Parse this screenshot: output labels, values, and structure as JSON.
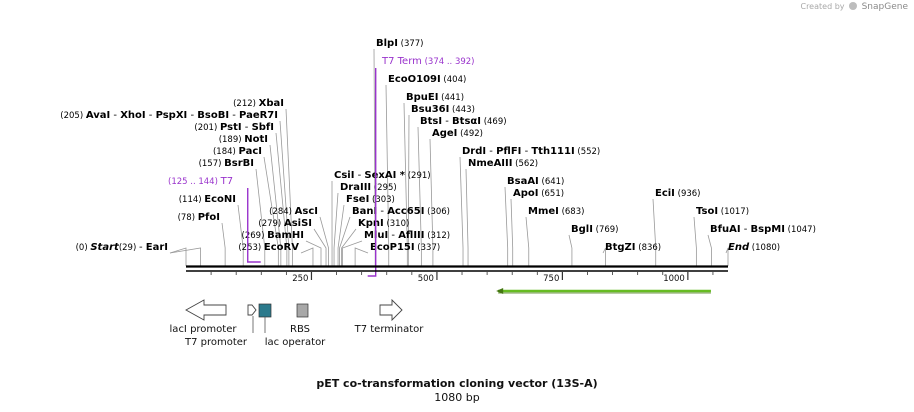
{
  "map": {
    "name": "pET co-transformation cloning vector (13S-A)",
    "length_label": "1080 bp",
    "length_bp": 1080,
    "axis_ticks": [
      "250",
      "500",
      "750",
      "1000"
    ],
    "axis_tick_values": [
      250,
      500,
      750,
      1000
    ]
  },
  "watermark": {
    "prefix": "Created by",
    "brand": "SnapGene"
  },
  "colors": {
    "enzyme": "#000000",
    "feature_label": "#9933cc",
    "leader_line": "#999999",
    "backbone": "#000000",
    "orf_arrow": "#66bb22",
    "lac_operator": "#2b7a8c",
    "rbs": "#a8a8a8"
  },
  "enzyme_rows": [
    {
      "items": [
        {
          "pos": "(0)",
          "name": "Start",
          "italic": true
        },
        {
          "pos": "(29)",
          "name": "EarI"
        }
      ],
      "site": [
        0,
        29
      ]
    },
    {
      "items": [
        {
          "pos": "(78)",
          "name": "PfoI"
        }
      ],
      "site": [
        78
      ]
    },
    {
      "items": [
        {
          "pos": "(114)",
          "name": "EcoNI"
        }
      ],
      "site": [
        114
      ]
    },
    {
      "items": [
        {
          "pos": "(157)",
          "name": "BsrBI"
        }
      ],
      "site": [
        157
      ]
    },
    {
      "items": [
        {
          "pos": "(184)",
          "name": "PacI"
        }
      ],
      "site": [
        184
      ]
    },
    {
      "items": [
        {
          "pos": "(189)",
          "name": "NotI"
        }
      ],
      "site": [
        189
      ]
    },
    {
      "items": [
        {
          "pos": "(201)",
          "name": "PstI"
        },
        {
          "name": "SbfI"
        }
      ],
      "site": [
        201
      ]
    },
    {
      "items": [
        {
          "pos": "(205)",
          "name": "AvaI"
        },
        {
          "name": "XhoI"
        },
        {
          "name": "PspXI"
        },
        {
          "name": "BsoBI"
        },
        {
          "name": "PaeR7I"
        }
      ],
      "site": [
        205
      ]
    },
    {
      "items": [
        {
          "pos": "(212)",
          "name": "XbaI"
        }
      ],
      "site": [
        212
      ]
    },
    {
      "items": [
        {
          "pos": "(253)",
          "name": "EcoRV"
        }
      ],
      "site": [
        253
      ]
    },
    {
      "items": [
        {
          "pos": "(269)",
          "name": "BamHI"
        }
      ],
      "site": [
        269
      ]
    },
    {
      "items": [
        {
          "pos": "(279)",
          "name": "AsiSI"
        }
      ],
      "site": [
        279
      ]
    },
    {
      "items": [
        {
          "pos": "(284)",
          "name": "AscI"
        }
      ],
      "site": [
        284
      ]
    },
    {
      "items": [
        {
          "name": "CsiI"
        },
        {
          "name": "SexAI *"
        },
        {
          "pos": "(291)"
        }
      ],
      "site": [
        291
      ]
    },
    {
      "items": [
        {
          "name": "DraIII"
        },
        {
          "pos": "(295)"
        }
      ],
      "site": [
        295
      ]
    },
    {
      "items": [
        {
          "name": "FseI"
        },
        {
          "pos": "(303)"
        }
      ],
      "site": [
        303
      ]
    },
    {
      "items": [
        {
          "name": "BanI"
        },
        {
          "name": "Acc65I"
        },
        {
          "pos": "(306)"
        }
      ],
      "site": [
        306
      ]
    },
    {
      "items": [
        {
          "name": "KpnI"
        },
        {
          "pos": "(310)"
        }
      ],
      "site": [
        310
      ]
    },
    {
      "items": [
        {
          "name": "MluI"
        },
        {
          "name": "AflIII"
        },
        {
          "pos": "(312)"
        }
      ],
      "site": [
        312
      ]
    },
    {
      "items": [
        {
          "name": "EcoP15I"
        },
        {
          "pos": "(337)"
        }
      ],
      "site": [
        337
      ]
    },
    {
      "items": [
        {
          "name": "BlpI"
        },
        {
          "pos": "(377)"
        }
      ],
      "site": [
        377
      ]
    },
    {
      "items": [
        {
          "name": "EcoO109I"
        },
        {
          "pos": "(404)"
        }
      ],
      "site": [
        404
      ]
    },
    {
      "items": [
        {
          "name": "BpuEI"
        },
        {
          "pos": "(441)"
        }
      ],
      "site": [
        441
      ]
    },
    {
      "items": [
        {
          "name": "Bsu36I"
        },
        {
          "pos": "(443)"
        }
      ],
      "site": [
        443
      ]
    },
    {
      "items": [
        {
          "name": "BtsI"
        },
        {
          "name": "BtsαI"
        },
        {
          "pos": "(469)"
        }
      ],
      "site": [
        469
      ]
    },
    {
      "items": [
        {
          "name": "AgeI"
        },
        {
          "pos": "(492)"
        }
      ],
      "site": [
        492
      ]
    },
    {
      "items": [
        {
          "name": "DrdI"
        },
        {
          "name": "PflFI"
        },
        {
          "name": "Tth111I"
        },
        {
          "pos": "(552)"
        }
      ],
      "site": [
        552
      ]
    },
    {
      "items": [
        {
          "name": "NmeAIII"
        },
        {
          "pos": "(562)"
        }
      ],
      "site": [
        562
      ]
    },
    {
      "items": [
        {
          "name": "BsaAI"
        },
        {
          "pos": "(641)"
        }
      ],
      "site": [
        641
      ]
    },
    {
      "items": [
        {
          "name": "ApoI"
        },
        {
          "pos": "(651)"
        }
      ],
      "site": [
        651
      ]
    },
    {
      "items": [
        {
          "name": "MmeI"
        },
        {
          "pos": "(683)"
        }
      ],
      "site": [
        683
      ]
    },
    {
      "items": [
        {
          "name": "BglI"
        },
        {
          "pos": "(769)"
        }
      ],
      "site": [
        769
      ]
    },
    {
      "items": [
        {
          "name": "BtgZI"
        },
        {
          "pos": "(836)"
        }
      ],
      "site": [
        836
      ]
    },
    {
      "items": [
        {
          "name": "EciI"
        },
        {
          "pos": "(936)"
        }
      ],
      "site": [
        936
      ]
    },
    {
      "items": [
        {
          "name": "TsoI"
        },
        {
          "pos": "(1017)"
        }
      ],
      "site": [
        1017
      ]
    },
    {
      "items": [
        {
          "name": "BfuAI"
        },
        {
          "name": "BspMI"
        },
        {
          "pos": "(1047)"
        }
      ],
      "site": [
        1047
      ]
    },
    {
      "items": [
        {
          "name": "End",
          "italic": true
        },
        {
          "pos": "(1080)"
        }
      ],
      "site": [
        1080
      ]
    }
  ],
  "feature_labels": [
    {
      "name": "T7",
      "range": "(125 .. 144)",
      "start": 125,
      "end": 144
    },
    {
      "name": "T7 Term",
      "range": "(374 .. 392)",
      "start": 374,
      "end": 392
    }
  ],
  "features": [
    {
      "label": "lacI promoter",
      "type": "promoter",
      "direction": "reverse",
      "start": 0,
      "end": 78
    },
    {
      "label": "T7 promoter",
      "type": "promoter",
      "direction": "forward",
      "start": 125,
      "end": 144
    },
    {
      "label": "lac operator",
      "type": "operator",
      "start": 145,
      "end": 169
    },
    {
      "label": "RBS",
      "type": "rbs",
      "start": 224,
      "end": 246
    },
    {
      "label": "T7 terminator",
      "type": "terminator",
      "direction": "forward",
      "start": 374,
      "end": 421
    }
  ],
  "orf": {
    "start": 618,
    "end": 1046,
    "direction": "reverse"
  }
}
